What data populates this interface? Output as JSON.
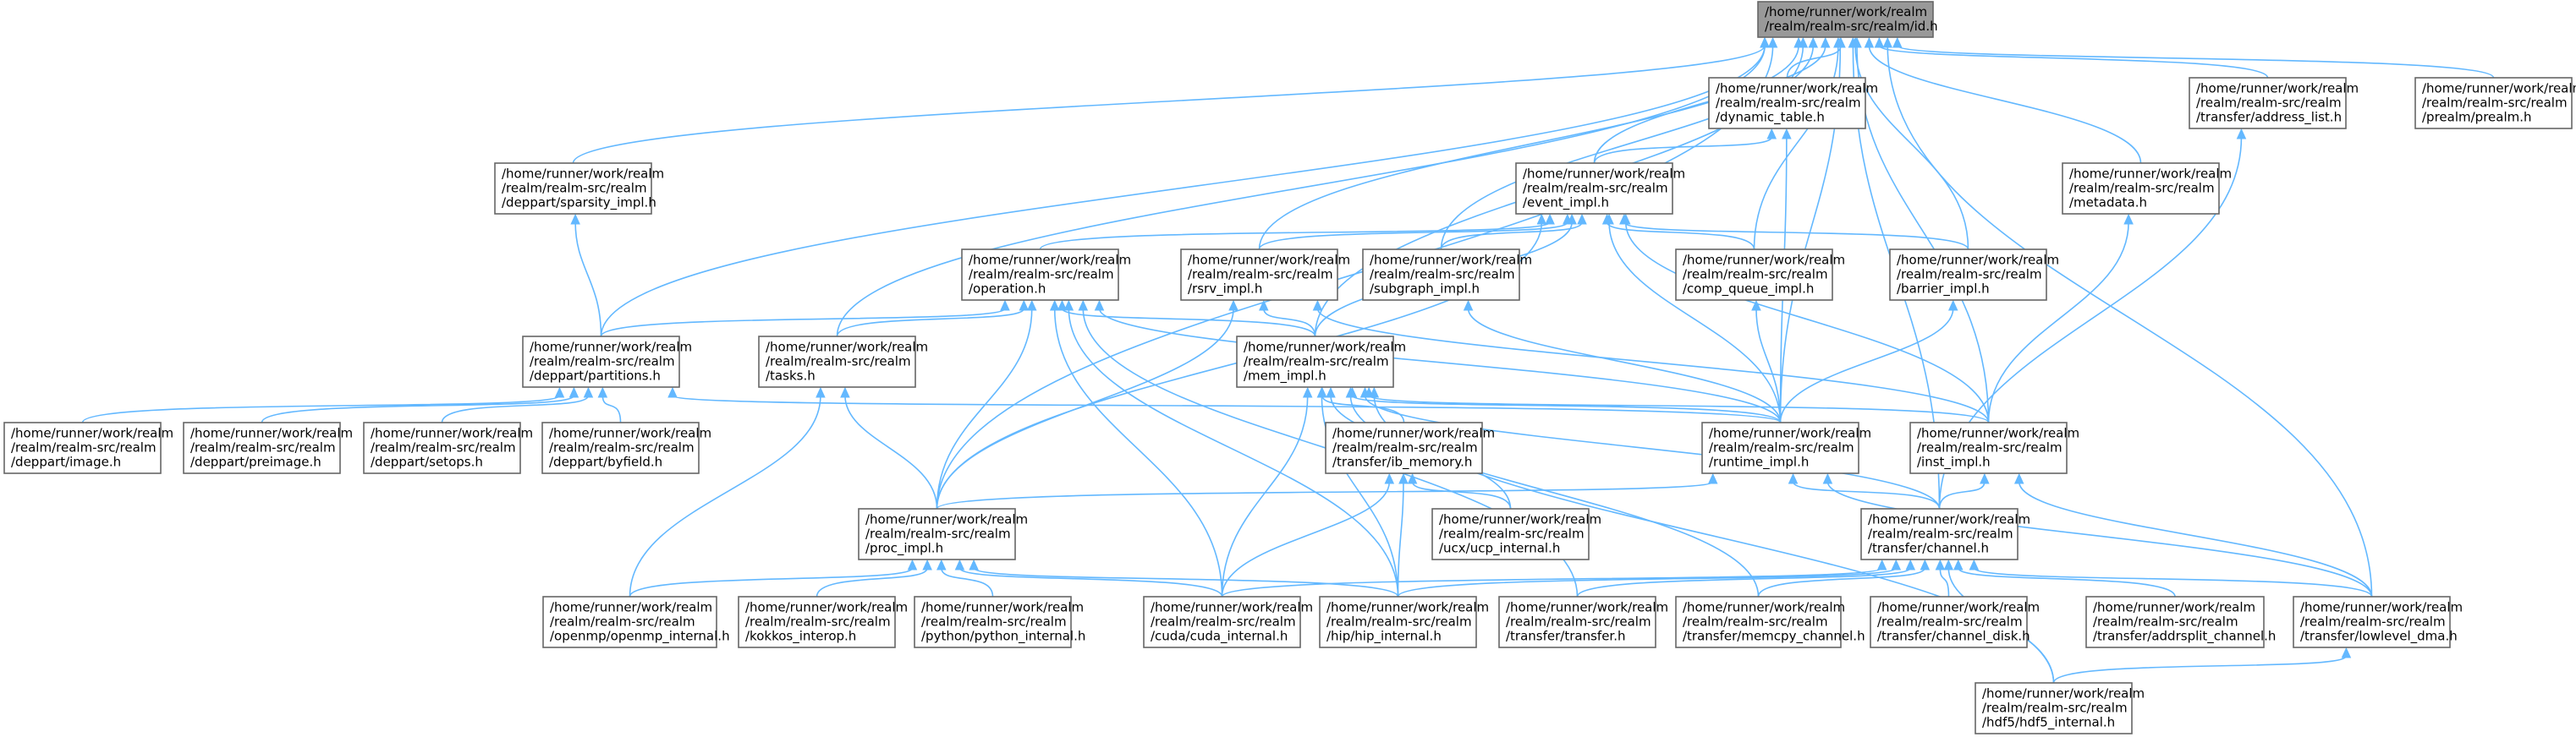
{
  "root": "id_h",
  "nodes": {
    "id_h": {
      "lines": [
        "/home/runner/work/realm",
        "/realm/realm-src/realm/id.h"
      ]
    },
    "sparsity_impl": {
      "lines": [
        "/home/runner/work/realm",
        "/realm/realm-src/realm",
        "/deppart/sparsity_impl.h"
      ]
    },
    "dynamic_table": {
      "lines": [
        "/home/runner/work/realm",
        "/realm/realm-src/realm",
        "/dynamic_table.h"
      ]
    },
    "address_list": {
      "lines": [
        "/home/runner/work/realm",
        "/realm/realm-src/realm",
        "/transfer/address_list.h"
      ]
    },
    "prealm": {
      "lines": [
        "/home/runner/work/realm",
        "/realm/realm-src/realm",
        "/prealm/prealm.h"
      ]
    },
    "event_impl": {
      "lines": [
        "/home/runner/work/realm",
        "/realm/realm-src/realm",
        "/event_impl.h"
      ]
    },
    "metadata": {
      "lines": [
        "/home/runner/work/realm",
        "/realm/realm-src/realm",
        "/metadata.h"
      ]
    },
    "operation": {
      "lines": [
        "/home/runner/work/realm",
        "/realm/realm-src/realm",
        "/operation.h"
      ]
    },
    "rsrv_impl": {
      "lines": [
        "/home/runner/work/realm",
        "/realm/realm-src/realm",
        "/rsrv_impl.h"
      ]
    },
    "subgraph_impl": {
      "lines": [
        "/home/runner/work/realm",
        "/realm/realm-src/realm",
        "/subgraph_impl.h"
      ]
    },
    "comp_queue_impl": {
      "lines": [
        "/home/runner/work/realm",
        "/realm/realm-src/realm",
        "/comp_queue_impl.h"
      ]
    },
    "barrier_impl": {
      "lines": [
        "/home/runner/work/realm",
        "/realm/realm-src/realm",
        "/barrier_impl.h"
      ]
    },
    "partitions": {
      "lines": [
        "/home/runner/work/realm",
        "/realm/realm-src/realm",
        "/deppart/partitions.h"
      ]
    },
    "tasks": {
      "lines": [
        "/home/runner/work/realm",
        "/realm/realm-src/realm",
        "/tasks.h"
      ]
    },
    "mem_impl": {
      "lines": [
        "/home/runner/work/realm",
        "/realm/realm-src/realm",
        "/mem_impl.h"
      ]
    },
    "image": {
      "lines": [
        "/home/runner/work/realm",
        "/realm/realm-src/realm",
        "/deppart/image.h"
      ]
    },
    "preimage": {
      "lines": [
        "/home/runner/work/realm",
        "/realm/realm-src/realm",
        "/deppart/preimage.h"
      ]
    },
    "setops": {
      "lines": [
        "/home/runner/work/realm",
        "/realm/realm-src/realm",
        "/deppart/setops.h"
      ]
    },
    "byfield": {
      "lines": [
        "/home/runner/work/realm",
        "/realm/realm-src/realm",
        "/deppart/byfield.h"
      ]
    },
    "ib_memory": {
      "lines": [
        "/home/runner/work/realm",
        "/realm/realm-src/realm",
        "/transfer/ib_memory.h"
      ]
    },
    "runtime_impl": {
      "lines": [
        "/home/runner/work/realm",
        "/realm/realm-src/realm",
        "/runtime_impl.h"
      ]
    },
    "inst_impl": {
      "lines": [
        "/home/runner/work/realm",
        "/realm/realm-src/realm",
        "/inst_impl.h"
      ]
    },
    "proc_impl": {
      "lines": [
        "/home/runner/work/realm",
        "/realm/realm-src/realm",
        "/proc_impl.h"
      ]
    },
    "ucp_internal": {
      "lines": [
        "/home/runner/work/realm",
        "/realm/realm-src/realm",
        "/ucx/ucp_internal.h"
      ]
    },
    "channel": {
      "lines": [
        "/home/runner/work/realm",
        "/realm/realm-src/realm",
        "/transfer/channel.h"
      ]
    },
    "openmp_internal": {
      "lines": [
        "/home/runner/work/realm",
        "/realm/realm-src/realm",
        "/openmp/openmp_internal.h"
      ]
    },
    "kokkos_interop": {
      "lines": [
        "/home/runner/work/realm",
        "/realm/realm-src/realm",
        "/kokkos_interop.h"
      ]
    },
    "python_internal": {
      "lines": [
        "/home/runner/work/realm",
        "/realm/realm-src/realm",
        "/python/python_internal.h"
      ]
    },
    "cuda_internal": {
      "lines": [
        "/home/runner/work/realm",
        "/realm/realm-src/realm",
        "/cuda/cuda_internal.h"
      ]
    },
    "hip_internal": {
      "lines": [
        "/home/runner/work/realm",
        "/realm/realm-src/realm",
        "/hip/hip_internal.h"
      ]
    },
    "transfer_h": {
      "lines": [
        "/home/runner/work/realm",
        "/realm/realm-src/realm",
        "/transfer/transfer.h"
      ]
    },
    "memcpy_channel": {
      "lines": [
        "/home/runner/work/realm",
        "/realm/realm-src/realm",
        "/transfer/memcpy_channel.h"
      ]
    },
    "channel_disk": {
      "lines": [
        "/home/runner/work/realm",
        "/realm/realm-src/realm",
        "/transfer/channel_disk.h"
      ]
    },
    "addrsplit": {
      "lines": [
        "/home/runner/work/realm",
        "/realm/realm-src/realm",
        "/transfer/addrsplit_channel.h"
      ]
    },
    "lowlevel_dma": {
      "lines": [
        "/home/runner/work/realm",
        "/realm/realm-src/realm",
        "/transfer/lowlevel_dma.h"
      ]
    },
    "hdf5_internal": {
      "lines": [
        "/home/runner/work/realm",
        "/realm/realm-src/realm",
        "/hdf5/hdf5_internal.h"
      ]
    }
  },
  "edges": [
    [
      "id_h",
      "sparsity_impl"
    ],
    [
      "id_h",
      "dynamic_table"
    ],
    [
      "id_h",
      "address_list"
    ],
    [
      "id_h",
      "prealm"
    ],
    [
      "id_h",
      "event_impl"
    ],
    [
      "id_h",
      "metadata"
    ],
    [
      "id_h",
      "rsrv_impl"
    ],
    [
      "id_h",
      "subgraph_impl"
    ],
    [
      "id_h",
      "comp_queue_impl"
    ],
    [
      "id_h",
      "barrier_impl"
    ],
    [
      "id_h",
      "partitions"
    ],
    [
      "id_h",
      "tasks"
    ],
    [
      "id_h",
      "mem_impl"
    ],
    [
      "id_h",
      "runtime_impl"
    ],
    [
      "id_h",
      "inst_impl"
    ],
    [
      "id_h",
      "proc_impl"
    ],
    [
      "id_h",
      "channel"
    ],
    [
      "id_h",
      "lowlevel_dma"
    ],
    [
      "sparsity_impl",
      "partitions"
    ],
    [
      "dynamic_table",
      "event_impl"
    ],
    [
      "dynamic_table",
      "runtime_impl"
    ],
    [
      "address_list",
      "channel"
    ],
    [
      "metadata",
      "inst_impl"
    ],
    [
      "event_impl",
      "operation"
    ],
    [
      "event_impl",
      "rsrv_impl"
    ],
    [
      "event_impl",
      "subgraph_impl"
    ],
    [
      "event_impl",
      "comp_queue_impl"
    ],
    [
      "event_impl",
      "barrier_impl"
    ],
    [
      "event_impl",
      "mem_impl"
    ],
    [
      "event_impl",
      "runtime_impl"
    ],
    [
      "event_impl",
      "inst_impl"
    ],
    [
      "event_impl",
      "proc_impl"
    ],
    [
      "operation",
      "partitions"
    ],
    [
      "operation",
      "tasks"
    ],
    [
      "operation",
      "mem_impl"
    ],
    [
      "operation",
      "proc_impl"
    ],
    [
      "operation",
      "runtime_impl"
    ],
    [
      "operation",
      "cuda_internal"
    ],
    [
      "operation",
      "hip_internal"
    ],
    [
      "operation",
      "transfer_h"
    ],
    [
      "rsrv_impl",
      "mem_impl"
    ],
    [
      "rsrv_impl",
      "proc_impl"
    ],
    [
      "rsrv_impl",
      "inst_impl"
    ],
    [
      "subgraph_impl",
      "runtime_impl"
    ],
    [
      "comp_queue_impl",
      "runtime_impl"
    ],
    [
      "barrier_impl",
      "runtime_impl"
    ],
    [
      "partitions",
      "image"
    ],
    [
      "partitions",
      "preimage"
    ],
    [
      "partitions",
      "setops"
    ],
    [
      "partitions",
      "byfield"
    ],
    [
      "partitions",
      "runtime_impl"
    ],
    [
      "tasks",
      "proc_impl"
    ],
    [
      "tasks",
      "openmp_internal"
    ],
    [
      "mem_impl",
      "ib_memory"
    ],
    [
      "mem_impl",
      "runtime_impl"
    ],
    [
      "mem_impl",
      "inst_impl"
    ],
    [
      "mem_impl",
      "channel"
    ],
    [
      "mem_impl",
      "ucp_internal"
    ],
    [
      "mem_impl",
      "cuda_internal"
    ],
    [
      "mem_impl",
      "hip_internal"
    ],
    [
      "mem_impl",
      "memcpy_channel"
    ],
    [
      "mem_impl",
      "hdf5_internal"
    ],
    [
      "ib_memory",
      "ucp_internal"
    ],
    [
      "ib_memory",
      "cuda_internal"
    ],
    [
      "ib_memory",
      "hip_internal"
    ],
    [
      "runtime_impl",
      "proc_impl"
    ],
    [
      "runtime_impl",
      "channel"
    ],
    [
      "runtime_impl",
      "lowlevel_dma"
    ],
    [
      "inst_impl",
      "channel"
    ],
    [
      "inst_impl",
      "lowlevel_dma"
    ],
    [
      "proc_impl",
      "openmp_internal"
    ],
    [
      "proc_impl",
      "kokkos_interop"
    ],
    [
      "proc_impl",
      "python_internal"
    ],
    [
      "proc_impl",
      "cuda_internal"
    ],
    [
      "proc_impl",
      "hip_internal"
    ],
    [
      "channel",
      "cuda_internal"
    ],
    [
      "channel",
      "hip_internal"
    ],
    [
      "channel",
      "transfer_h"
    ],
    [
      "channel",
      "memcpy_channel"
    ],
    [
      "channel",
      "channel_disk"
    ],
    [
      "channel",
      "addrsplit"
    ],
    [
      "channel",
      "lowlevel_dma"
    ],
    [
      "channel",
      "hdf5_internal"
    ],
    [
      "lowlevel_dma",
      "hdf5_internal"
    ]
  ]
}
